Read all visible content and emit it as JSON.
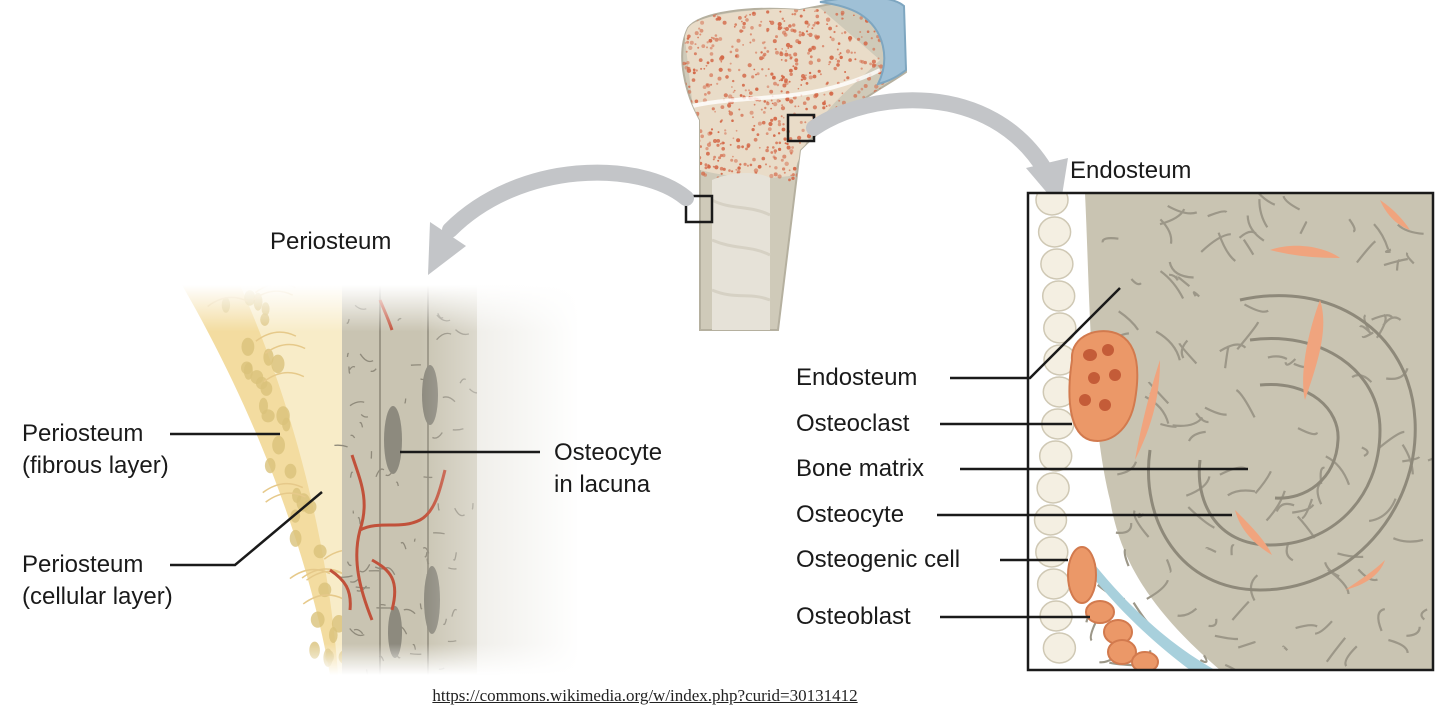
{
  "labels": {
    "periosteum_top": "Periosteum",
    "endosteum_top": "Endosteum",
    "periosteum_fibrous": [
      "Periosteum",
      "(fibrous layer)"
    ],
    "periosteum_cellular": [
      "Periosteum",
      "(cellular layer)"
    ],
    "osteocyte_lacuna": [
      "Osteocyte",
      "in lacuna"
    ],
    "endosteum": "Endosteum",
    "osteoclast": "Osteoclast",
    "bone_matrix": "Bone matrix",
    "osteocyte": "Osteocyte",
    "osteogenic_cell": "Osteogenic cell",
    "osteoblast": "Osteoblast"
  },
  "source_url": "https://commons.wikimedia.org/w/index.php?curid=30131412",
  "colors": {
    "bone_gray": "#c9c4b2",
    "bone_line": "#8e897a",
    "spongy_dot": "#d46a4a",
    "cartilage_blue": "#9fc0d6",
    "periosteum_yellow": "#f3dca0",
    "osteoclast_orange": "#eb9868",
    "arrow_gray": "#c3c5c8",
    "leader_black": "#1a1a1a"
  }
}
